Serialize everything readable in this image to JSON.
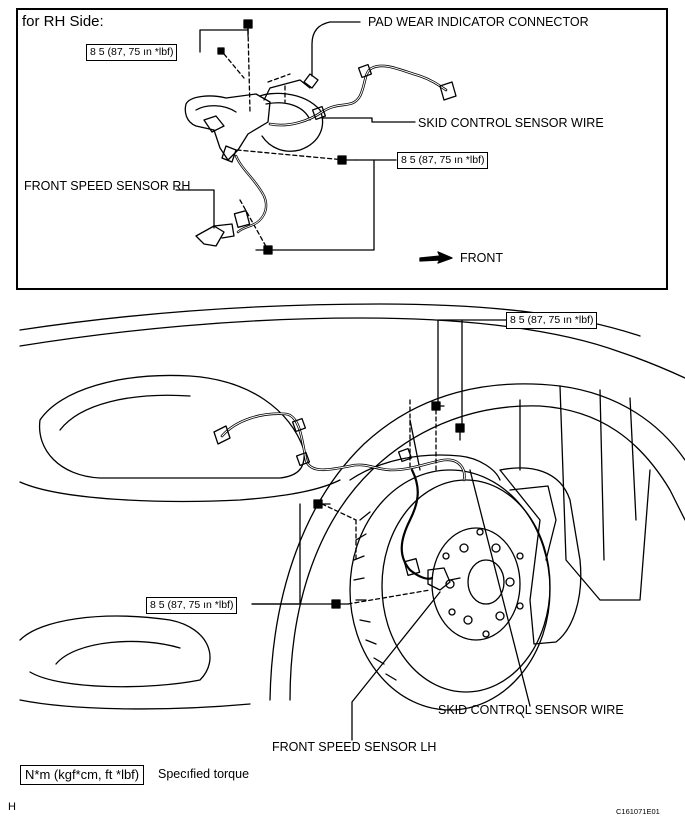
{
  "top_panel": {
    "title": "for RH Side:",
    "labels": {
      "pad_wear": "PAD WEAR INDICATOR CONNECTOR",
      "skid_wire": "SKID CONTROL SENSOR WIRE",
      "front_speed_rh": "FRONT SPEED SENSOR RH",
      "front": "FRONT"
    },
    "torque": {
      "upper_left": "8 5 (87, 75 ın *lbf)",
      "right": "8 5 (87, 75 ın *lbf)"
    }
  },
  "bottom_panel": {
    "labels": {
      "skid_wire": "SKID CONTROL SENSOR WIRE",
      "front_speed_lh": "FRONT SPEED SENSOR LH"
    },
    "torque": {
      "top_right": "8 5 (87, 75 ın *lbf)",
      "left": "8 5 (87, 75 ın *lbf)"
    }
  },
  "legend": {
    "unit_box": "N*m (kgf*cm, ft *lbf)",
    "description": "Specıfied torque"
  },
  "footer": {
    "left_mark": "H",
    "figure_code": "C161071E01"
  }
}
